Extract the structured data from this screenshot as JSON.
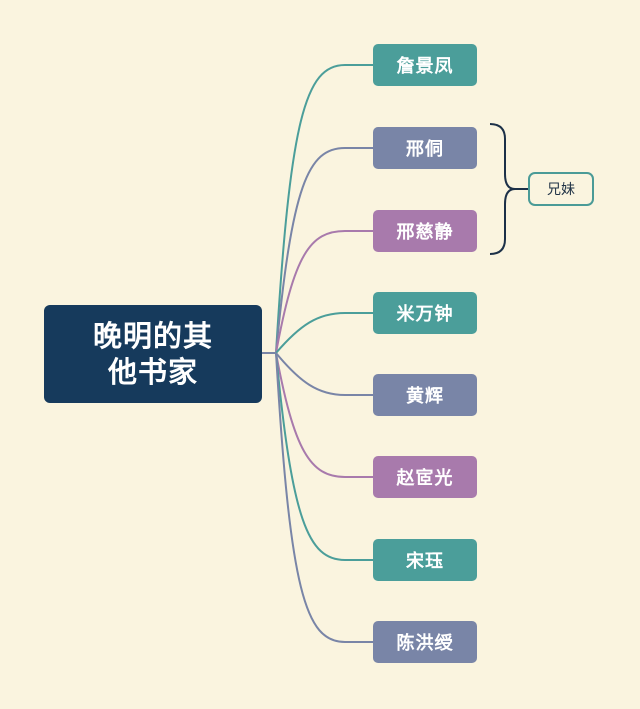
{
  "root": {
    "line1": "晚明的其",
    "line2": "他书家",
    "color": "#163a5c"
  },
  "colors": {
    "background": "#faf4df",
    "teal": "#4b9e9a",
    "slate": "#7985a7",
    "violet": "#a87aac",
    "brace": "#1c3048"
  },
  "branches": [
    {
      "label": "詹景凤",
      "color": "#4b9e9a"
    },
    {
      "label": "邢侗",
      "color": "#7985a7"
    },
    {
      "label": "邢慈静",
      "color": "#a87aac"
    },
    {
      "label": "米万钟",
      "color": "#4b9e9a"
    },
    {
      "label": "黄辉",
      "color": "#7985a7"
    },
    {
      "label": "赵宧光",
      "color": "#a87aac"
    },
    {
      "label": "宋珏",
      "color": "#4b9e9a"
    },
    {
      "label": "陈洪绶",
      "color": "#7985a7"
    }
  ],
  "summary": {
    "label": "兄妹",
    "applies_to": [
      "邢侗",
      "邢慈静"
    ]
  }
}
